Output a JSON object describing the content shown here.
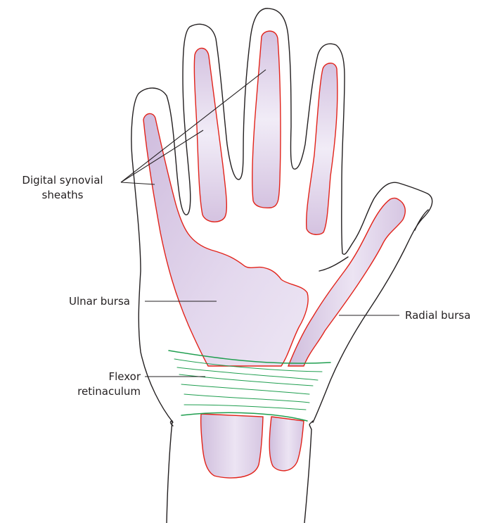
{
  "labels": {
    "digital_line1": "Digital synovial",
    "digital_line2": "sheaths",
    "ulnar": "Ulnar bursa",
    "radial": "Radial bursa",
    "flexor_line1": "Flexor",
    "flexor_line2": "retinaculum"
  },
  "colors": {
    "outline": "#231f20",
    "sheath_stroke": "#e2231a",
    "sheath_fill": "#d6c5e2",
    "sheath_highlight": "#f1ecf7",
    "retinaculum": "#1f9e4f"
  }
}
